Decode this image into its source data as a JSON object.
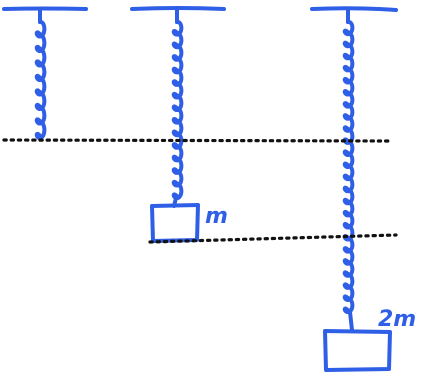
{
  "diagram": {
    "labels": {
      "mass_1": "m",
      "mass_2": "2m"
    },
    "colors": {
      "ink": "#2f5fe6",
      "dotted": "#111111",
      "background": "#ffffff"
    },
    "components": {
      "springs": 3,
      "ceilings": 3,
      "masses": 2,
      "reference_lines": 2
    }
  }
}
